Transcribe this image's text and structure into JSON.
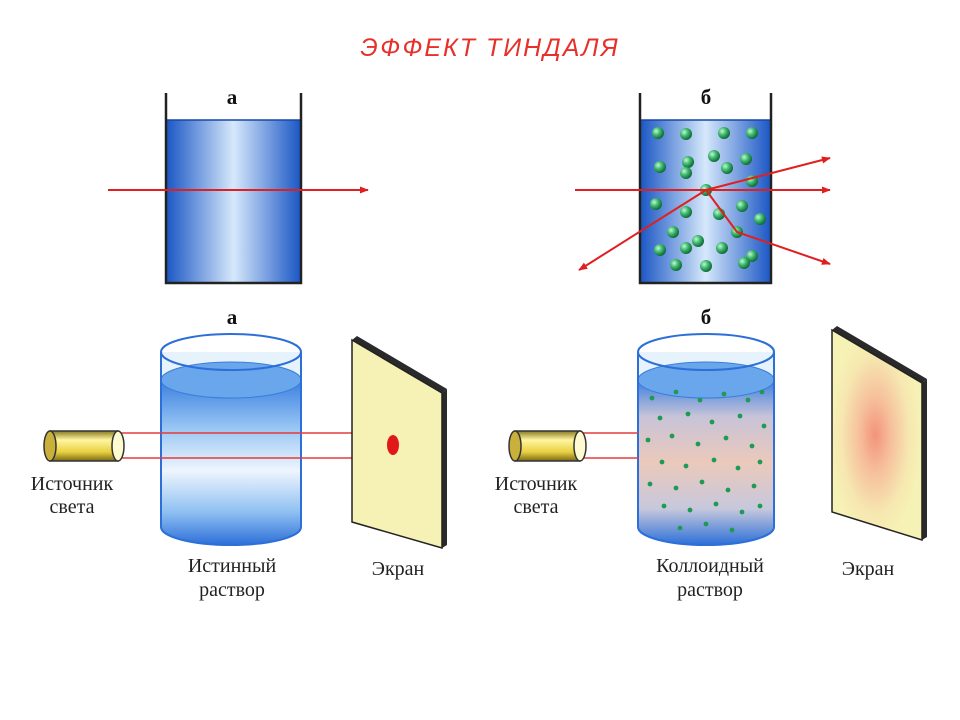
{
  "title": "ЭФФЕКТ ТИНДАЛЯ",
  "true_solution": {
    "letter_top": "а",
    "letter_bottom": "а",
    "source_label": [
      "Источник",
      "света"
    ],
    "solution_label": [
      "Истинный",
      "раствор"
    ],
    "screen_label": "Экран"
  },
  "colloid_solution": {
    "letter_top": "б",
    "letter_bottom": "б",
    "source_label": [
      "Источник",
      "света"
    ],
    "solution_label": [
      "Коллоидный",
      "раствор"
    ],
    "screen_label": "Экран"
  },
  "colors": {
    "title": "#e8302a",
    "beam": "#e02020",
    "liquid": "#2a6fd6",
    "particle": "#1f9a55",
    "screen": "#f6f1b4"
  }
}
